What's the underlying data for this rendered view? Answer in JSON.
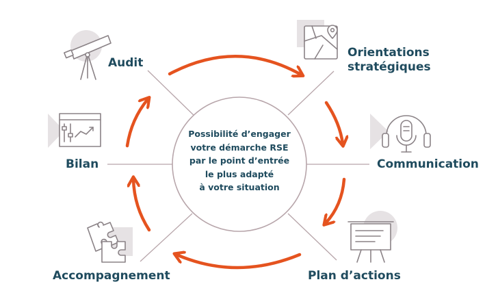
{
  "center": {
    "lines": [
      "Possibilité d’engager",
      "votre démarche RSE",
      "par le point d’entrée",
      "le plus adapté",
      "à votre situation"
    ]
  },
  "steps": {
    "audit": "Audit",
    "orientations_line1": "Orientations",
    "orientations_line2": "stratégiques",
    "communication": "Communication",
    "plan": "Plan d’actions",
    "accompagnement": "Accompagnement",
    "bilan": "Bilan"
  },
  "icons": {
    "audit": "telescope-icon",
    "orientations": "map-pin-icon",
    "communication": "microphone-headphones-icon",
    "plan": "presentation-board-icon",
    "accompagnement": "puzzle-icon",
    "bilan": "dashboard-window-icon"
  },
  "colors": {
    "arrow": "#e5531f",
    "text": "#1f4b5e",
    "line": "#b7a5aa",
    "icon_bg": "#e6e2e4",
    "icon_stroke": "#8a8286"
  }
}
